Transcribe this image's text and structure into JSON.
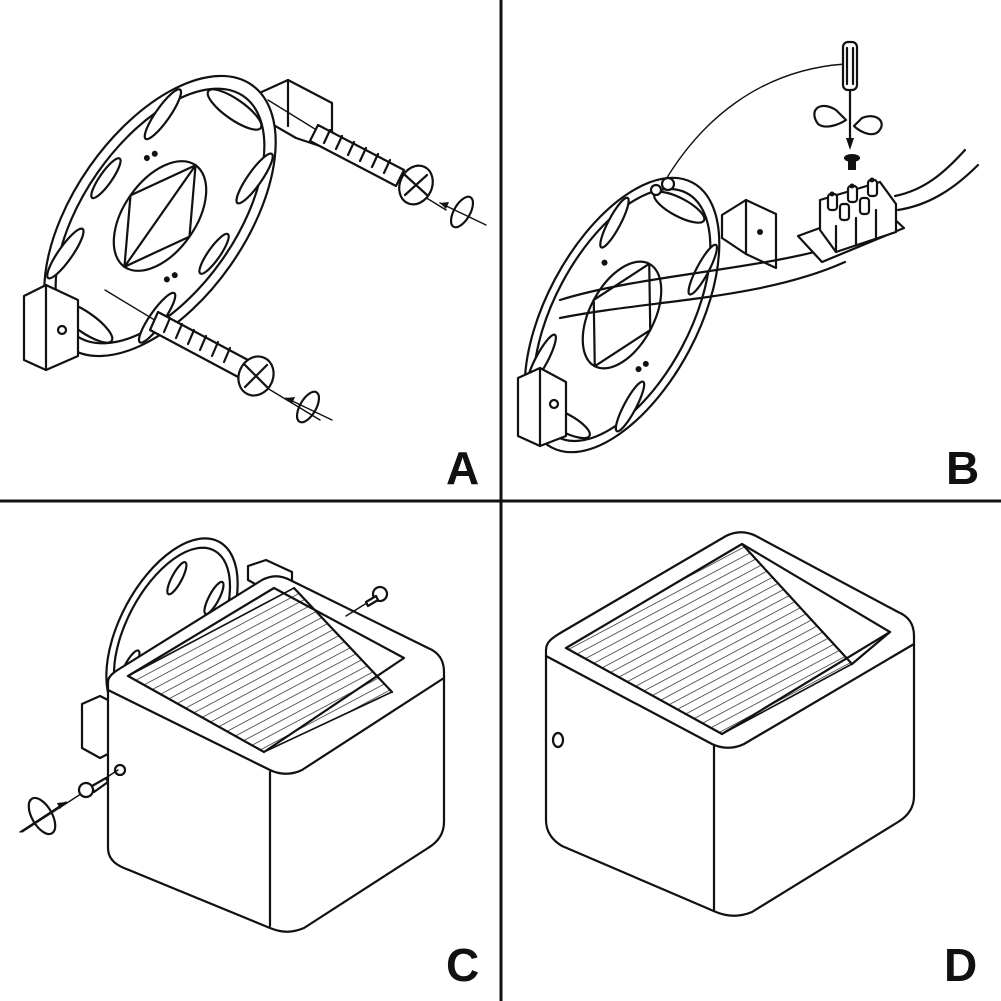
{
  "panels": [
    {
      "id": "a",
      "label": "A",
      "step": "mount-bracket-with-screws"
    },
    {
      "id": "b",
      "label": "B",
      "step": "connect-wires-to-terminal"
    },
    {
      "id": "c",
      "label": "C",
      "step": "attach-lamp-housing"
    },
    {
      "id": "d",
      "label": "D",
      "step": "finished-fixture"
    }
  ],
  "colors": {
    "line": "#111111",
    "background": "#ffffff"
  }
}
